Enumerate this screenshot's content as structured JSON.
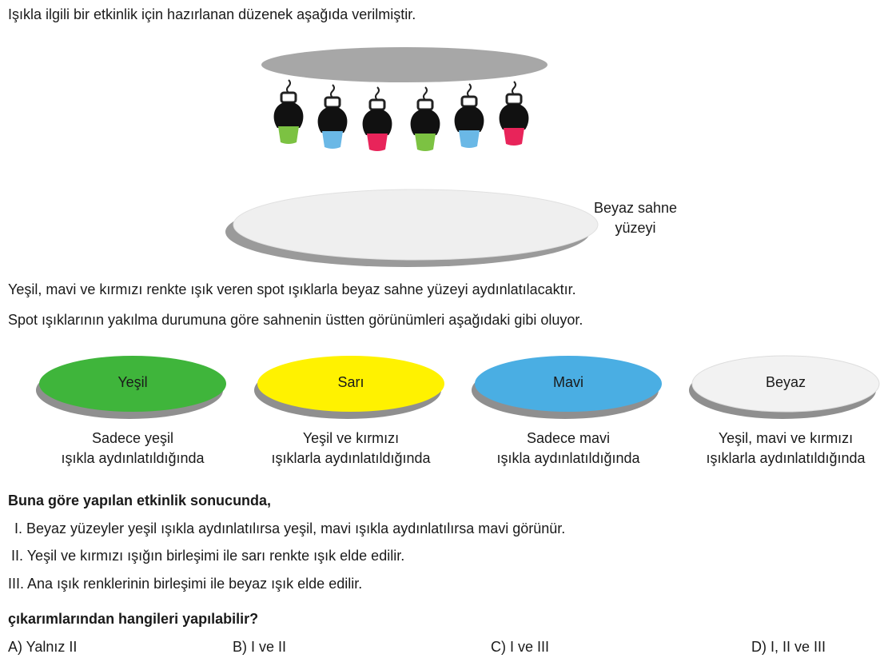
{
  "intro": "Işıkla ilgili bir etkinlik için hazırlanan düzenek aşağıda verilmiştir.",
  "stage_label_1": "Beyaz sahne",
  "stage_label_2": "yüzeyi",
  "spot_colors": [
    "#7cc242",
    "#6ab8e6",
    "#e8245a",
    "#7cc242",
    "#6ab8e6",
    "#e8245a"
  ],
  "para1": "Yeşil, mavi ve kırmızı renkte ışık veren spot ışıklarla beyaz sahne yüzeyi aydınlatılacaktır.",
  "para2": "Spot ışıklarının yakılma durumuna göre sahnenin üstten görünümleri aşağıdaki gibi oluyor.",
  "views": [
    {
      "label": "Yeşil",
      "color": "#3fb53b",
      "cap1": "Sadece yeşil",
      "cap2": "ışıkla aydınlatıldığında"
    },
    {
      "label": "Sarı",
      "color": "#fff200",
      "cap1": "Yeşil ve kırmızı",
      "cap2": "ışıklarla aydınlatıldığında"
    },
    {
      "label": "Mavi",
      "color": "#4aaee3",
      "cap1": "Sadece mavi",
      "cap2": "ışıkla aydınlatıldığında"
    },
    {
      "label": "Beyaz",
      "color": "#f2f2f2",
      "cap1": "Yeşil, mavi ve kırmızı",
      "cap2": "ışıklarla aydınlatıldığında"
    }
  ],
  "question": "Buna göre yapılan etkinlik sonucunda,",
  "statements": [
    {
      "num": "I.",
      "text": "Beyaz yüzeyler yeşil ışıkla aydınlatılırsa yeşil, mavi ışıkla aydınlatılırsa mavi görünür."
    },
    {
      "num": "II.",
      "text": "Yeşil ve kırmızı ışığın birleşimi ile sarı renkte ışık elde edilir."
    },
    {
      "num": "III.",
      "text": "Ana ışık renklerinin birleşimi ile beyaz ışık elde edilir."
    }
  ],
  "prompt": "çıkarımlarından hangileri yapılabilir?",
  "options": [
    "A) Yalnız II",
    "B) I ve II",
    "C) I ve III",
    "D) I, II ve III"
  ]
}
